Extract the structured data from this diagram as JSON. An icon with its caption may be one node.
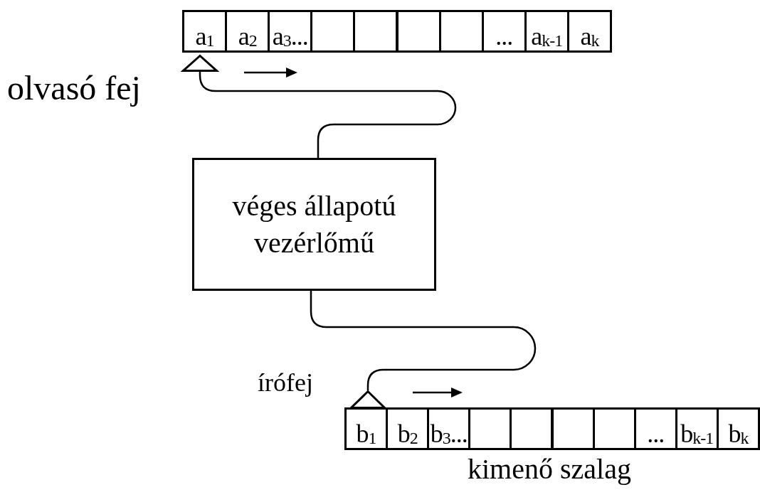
{
  "diagram": {
    "nodes": [
      {
        "text": [
          "a$_{1}$"
        ]
      },
      {
        "text": [
          "a$_{2}$"
        ]
      },
      {
        "text": [
          "a$_{3}$..."
        ]
      },
      {
        "text": [],
        "shape": "box"
      },
      {
        "text": [],
        "shape": "box"
      },
      {
        "text": [],
        "shape": "box"
      },
      {
        "text": [],
        "shape": "box"
      },
      {
        "text": [
          "..."
        ]
      },
      {
        "text": [
          "a$_{k-1}$"
        ]
      },
      {
        "text": [
          "a$_{k}$"
        ]
      },
      {
        "text": [],
        "shape": "triangle",
        "beside": [
          "olvasó fej"
        ]
      },
      {
        "text": [
          "véges állapotú vezérlőmű"
        ]
      },
      {
        "text": [],
        "shape": "triangle",
        "beside": [
          "írófej"
        ]
      },
      {
        "text": [
          "b$_{1}$"
        ]
      },
      {
        "text": [
          "b$_{2}$"
        ]
      },
      {
        "text": [
          "b$_{3}$..."
        ]
      },
      {
        "text": [],
        "shape": "box"
      },
      {
        "text": [],
        "shape": "box"
      },
      {
        "text": [],
        "shape": "box"
      },
      {
        "text": [],
        "shape": "box"
      },
      {
        "text": [
          "..."
        ]
      },
      {
        "text": [
          "b$_{k-1}$"
        ]
      },
      {
        "text": [
          "b$_{k}$"
        ]
      }
    ],
    "edges": [
      {
        "from": 11,
        "to": 10,
        "arrow": "none"
      },
      {
        "from": 11,
        "to": 12,
        "arrow": "none"
      }
    ],
    "labels": [
      "kimenő szalag"
    ]
  }
}
